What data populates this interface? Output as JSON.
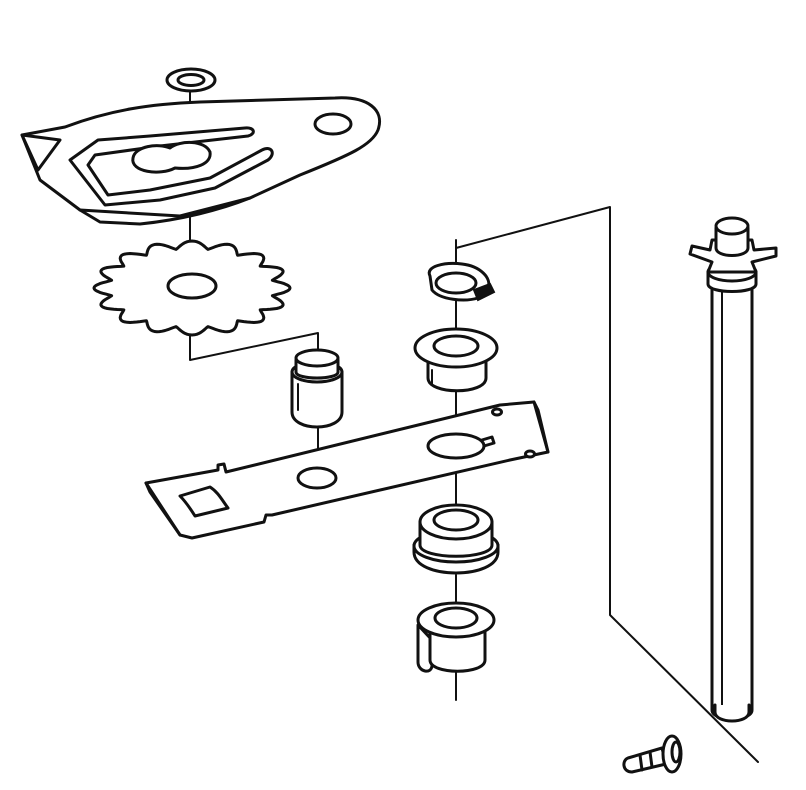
{
  "diagram": {
    "kind": "exploded-assembly-line-drawing",
    "line_color": "#111111",
    "background": "#ffffff",
    "parts": [
      {
        "name": "small-washer",
        "icon": "washer-icon"
      },
      {
        "name": "cover-plate",
        "icon": "plate-icon"
      },
      {
        "name": "sprocket",
        "icon": "gear-icon"
      },
      {
        "name": "roller-pin",
        "icon": "pin-icon"
      },
      {
        "name": "mounting-bracket",
        "icon": "bracket-icon"
      },
      {
        "name": "retaining-clip",
        "icon": "clip-icon"
      },
      {
        "name": "upper-bushing",
        "icon": "bushing-icon"
      },
      {
        "name": "flanged-bushing",
        "icon": "bushing-icon"
      },
      {
        "name": "lower-bushing",
        "icon": "bushing-icon"
      },
      {
        "name": "shaft-with-sprocket",
        "icon": "shaft-icon"
      },
      {
        "name": "screw",
        "icon": "screw-icon"
      }
    ]
  }
}
